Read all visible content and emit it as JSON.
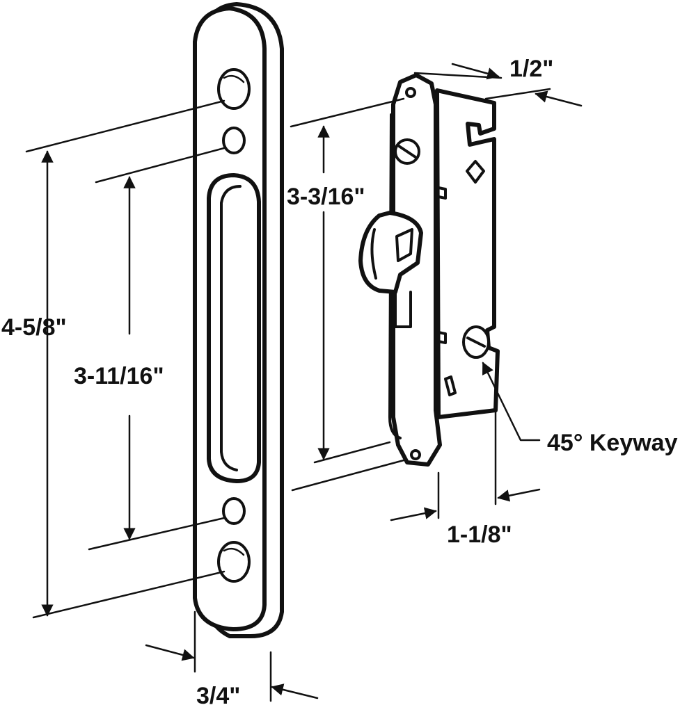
{
  "dimensions": {
    "overall_height": "4-5/8\"",
    "slot_height": "3-11/16\"",
    "faceplate_width": "3/4\"",
    "body_height": "3-3/16\"",
    "body_depth": "1/2\"",
    "body_width": "1-1/8\"",
    "keyway": "45° Keyway"
  },
  "colors": {
    "line": "#111111",
    "background": "#ffffff"
  }
}
